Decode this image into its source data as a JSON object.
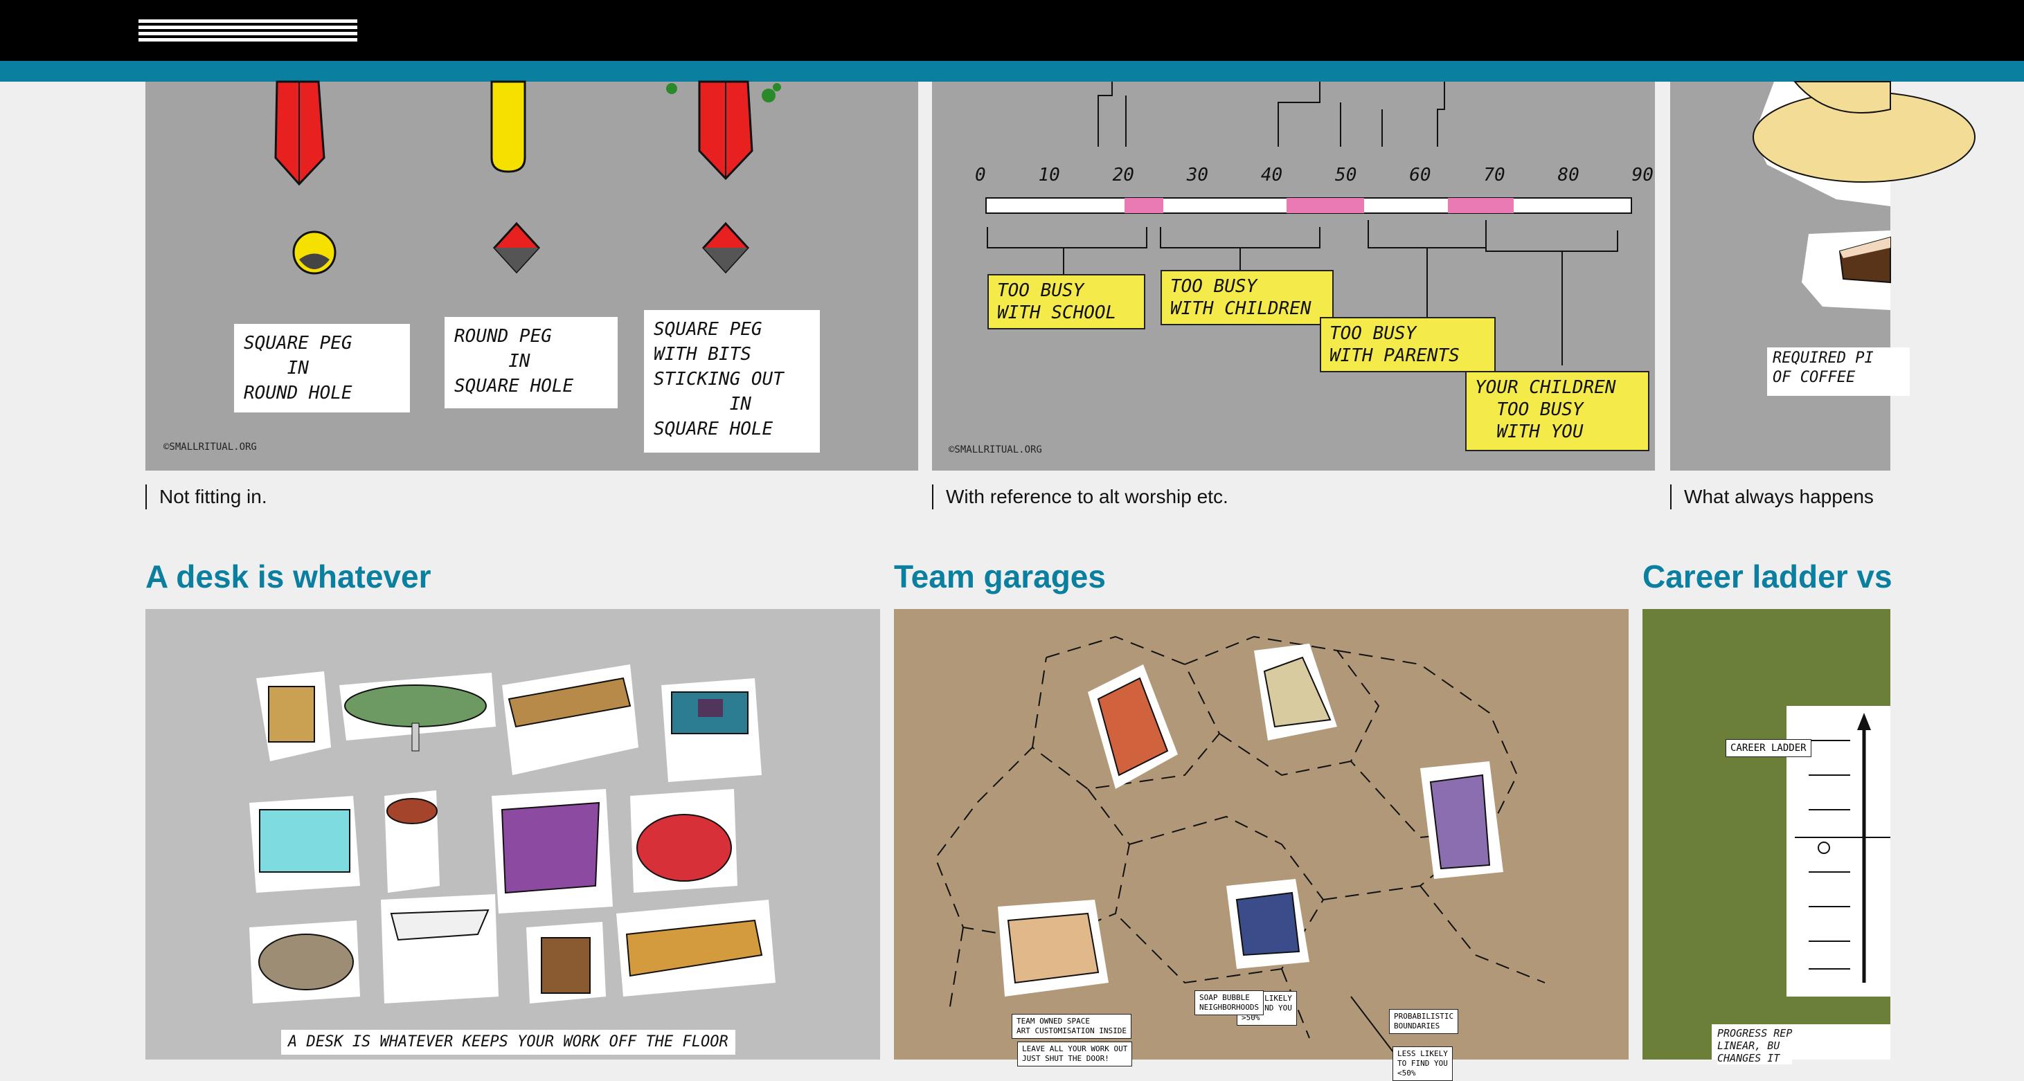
{
  "header": {
    "menu_icon": "hamburger-menu-icon"
  },
  "colors": {
    "accent": "#0a7fa0",
    "header_bg": "#000000",
    "page_bg": "#efefef"
  },
  "row1": {
    "cards": [
      {
        "caption": "Not fitting in.",
        "notes": [
          "SQUARE PEG\n    IN\nROUND HOLE",
          "ROUND PEG\n     IN\nSQUARE HOLE",
          "SQUARE PEG\nWITH BITS\nSTICKING OUT\n       IN\nSQUARE HOLE"
        ],
        "copyright": "©SMALLRITUAL.ORG"
      },
      {
        "caption": "With reference to alt worship etc.",
        "ticks": [
          "0",
          "10",
          "20",
          "30",
          "40",
          "50",
          "60",
          "70",
          "80",
          "90"
        ],
        "notes": [
          "TOO BUSY\nWITH SCHOOL",
          "TOO BUSY\nWITH CHILDREN",
          "TOO BUSY\nWITH PARENTS",
          "YOUR CHILDREN\n  TOO BUSY\n  WITH YOU"
        ],
        "copyright": "©SMALLRITUAL.ORG"
      },
      {
        "caption": "What always happens",
        "notes": [
          "REQUIRED PI\nOF COFFEE"
        ]
      }
    ]
  },
  "row2": {
    "cards": [
      {
        "title": "A desk is whatever",
        "bottom_note": "A DESK IS WHATEVER KEEPS YOUR WORK OFF THE FLOOR"
      },
      {
        "title": "Team garages",
        "notes": [
          "TEAM OWNED SPACE\nART CUSTOMISATION INSIDE",
          "LEAVE ALL YOUR WORK OUT\nJUST SHUT THE DOOR!",
          "MORE LIKELY\nTO FIND YOU\n>50%",
          "PROBABILISTIC\nBOUNDARIES",
          "LESS LIKELY\nTO FIND YOU\n<50%",
          "SOAP BUBBLE\nNEIGHBORHOODS"
        ]
      },
      {
        "title": "Career ladder vs",
        "notes": [
          "CAREER LADDER",
          "PROGRESS REP\nLINEAR, BU\nCHANGES IT"
        ]
      }
    ]
  }
}
